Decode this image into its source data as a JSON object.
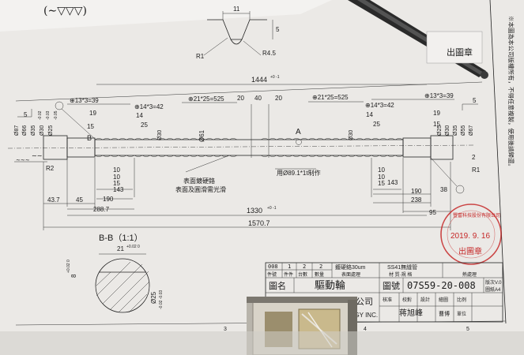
{
  "drawing": {
    "top_fragment": "(∼▽▽▽)",
    "groove_detail": {
      "width": "11",
      "depth": "5",
      "radius_left": "R1",
      "radius_right": "R4.5"
    },
    "overall": {
      "length_top": "1444",
      "tol_top": "+0 -1",
      "length_center": "1330",
      "tol_center": "+0 -1",
      "length_total": "1570.7"
    },
    "dims_top": {
      "left_thread": "⊕13*3=39",
      "right_thread": "⊕13*3=39",
      "left_pitch": "⊕14*3=42",
      "right_pitch": "⊕14*3=42",
      "left_band": "⊕21*25=525",
      "right_band": "⊕21*25=525",
      "mid_20a": "20",
      "mid_40": "40",
      "mid_20b": "20",
      "l_19": "19",
      "l_15": "15",
      "l_14": "14",
      "l_25": "25",
      "r_14": "14",
      "r_25": "25",
      "r_15": "15",
      "r_19": "19",
      "l_5": "5",
      "r_5": "5"
    },
    "diameters_left": [
      "Ø87",
      "Ø66",
      "Ø35",
      "Ø30",
      "Ø25",
      "Ø30"
    ],
    "diameters_right": [
      "Ø30",
      "Ø25",
      "Ø30",
      "Ø35",
      "Ø55",
      "Ø67"
    ],
    "tol_left": [
      "-0.02",
      "-0.03",
      "-0.05"
    ],
    "center_dia": "Ø61",
    "section_label": "A",
    "label_b": "B",
    "radius_r2": "R2",
    "radius_r1": "R1",
    "radius_r2b": "2",
    "dims_bottom_left": [
      "10",
      "10",
      "15",
      "143",
      "190",
      "288.7",
      "45",
      "43.7"
    ],
    "dims_bottom_right": [
      "10",
      "10",
      "15",
      "143",
      "190",
      "238",
      "38",
      "95"
    ],
    "note_surface1": "表面鍍硬鉻",
    "note_surface2": "表面及圓滑需光滑",
    "note_material": "用Ø89.1*1t制作",
    "section": {
      "title": "B-B（1:1）",
      "width": "21",
      "width_tol": "+0.02 0",
      "height": "8",
      "height_tol": "+0.02 0",
      "dia": "Ø25",
      "dia_tol": "-0.02 -0.03"
    },
    "side_note": "※本圖為本公司版權所有，不得任意複製，使用後請歸還。"
  },
  "title_block": {
    "qty_row": [
      "008",
      "1",
      "2",
      "2"
    ],
    "qty_headers": [
      "件號",
      "件件",
      "台數",
      "數量"
    ],
    "treatment_top": "鍍硬鉻30um",
    "treatment_bottom": "表面處理",
    "material_top": "SS41無縫管",
    "material_bottom": "材 質·規 格",
    "heat": "熱處理",
    "part_label": "圖名",
    "part_name": "驅動輪",
    "drawing_no_label": "圖號",
    "drawing_no": "07S59-20-008",
    "version": "版次V.0",
    "size": "圖紙A4",
    "company": "有限公司",
    "company_en": "HNOLOGY INC.",
    "row_headers": [
      "核准",
      "校對",
      "設計",
      "繪圖",
      "比例"
    ],
    "row_values": [
      "",
      "",
      "",
      "曹博",
      "單位"
    ],
    "signature": "蒋旭峰",
    "scale_numbers": [
      "3",
      "4",
      "5"
    ]
  },
  "stamps": {
    "top_right": "出圖章",
    "circle_top": "豐富科技股份有限公司",
    "circle_date": "2019. 9. 16",
    "circle_bottom": "出圖章"
  },
  "colors": {
    "paper": "#eeecea",
    "ink": "#1c1c1c",
    "stamp": "#c62828"
  }
}
